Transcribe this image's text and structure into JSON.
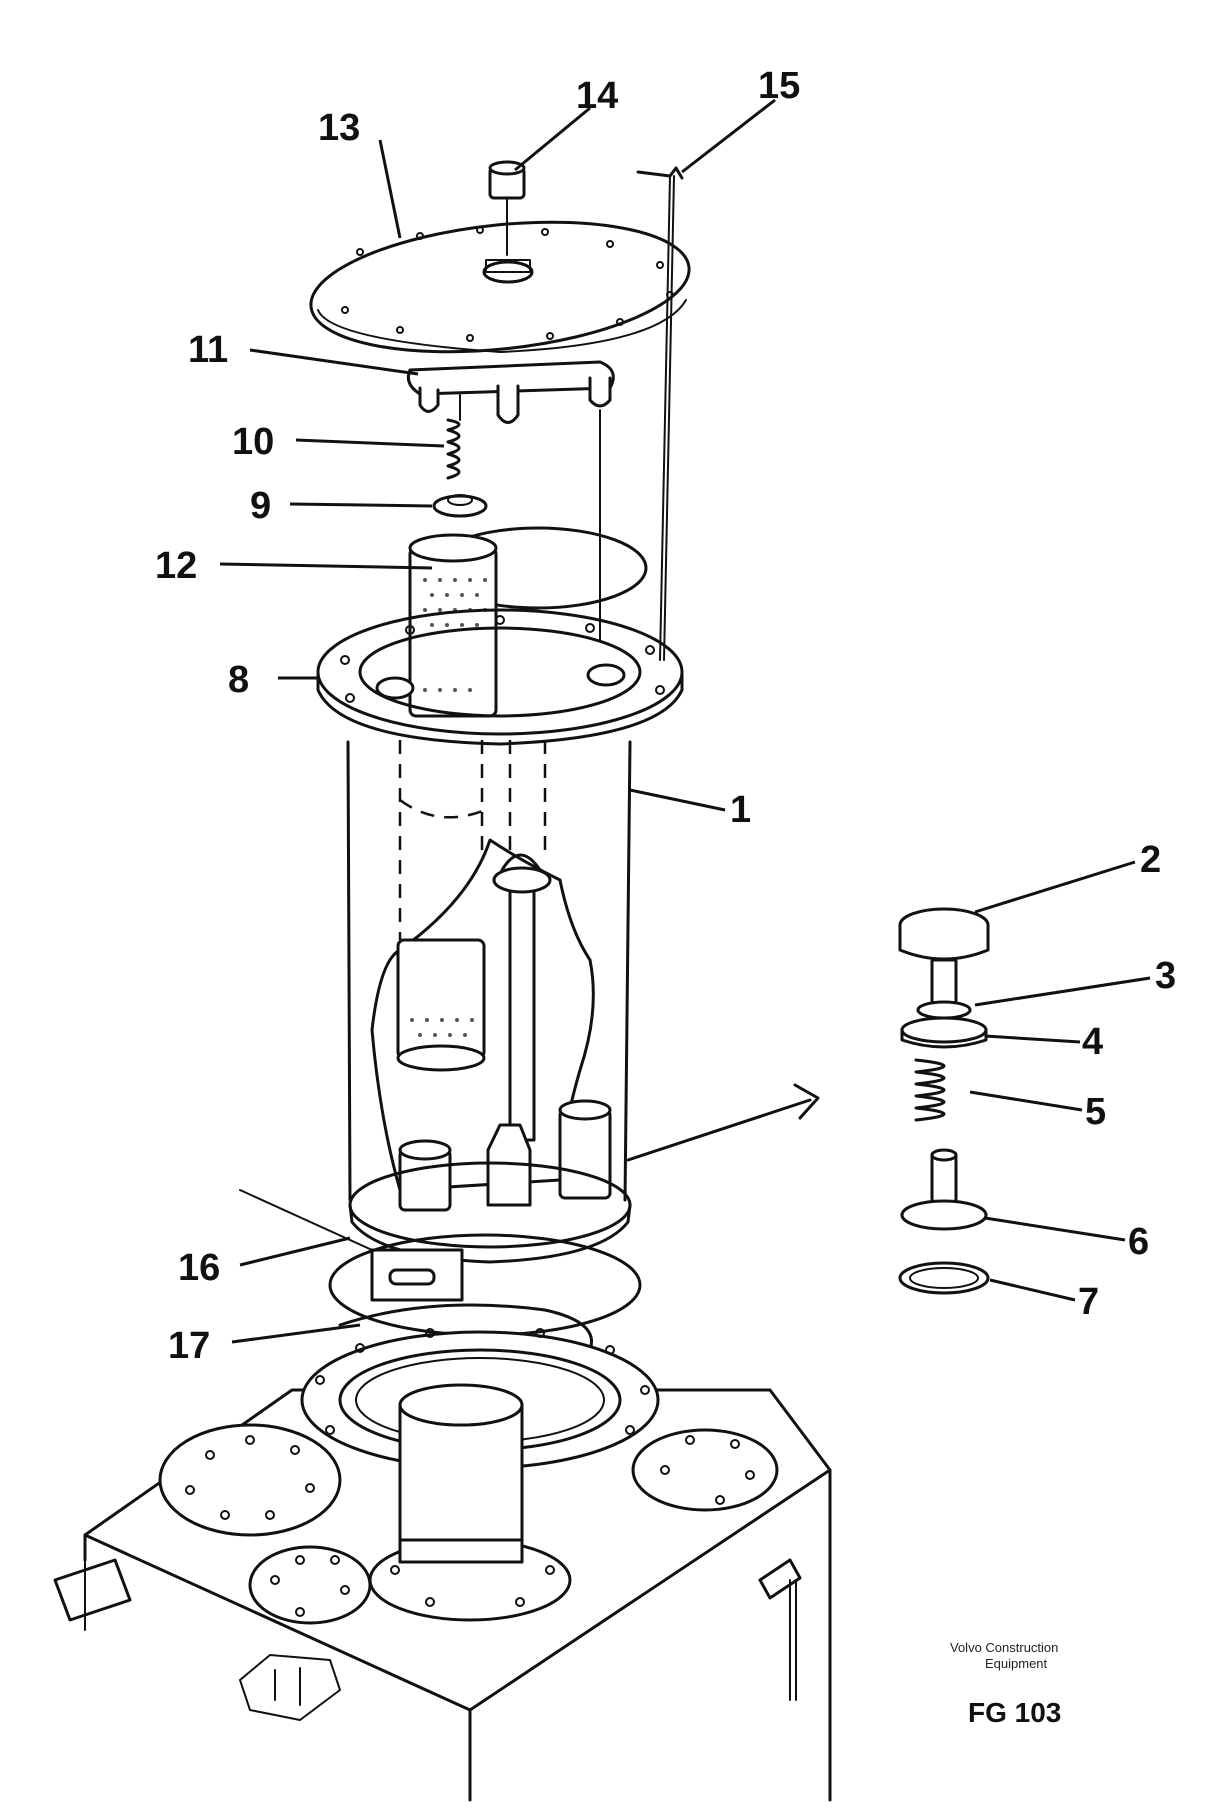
{
  "diagram": {
    "part_labels": [
      "1",
      "2",
      "3",
      "4",
      "5",
      "6",
      "7",
      "8",
      "9",
      "10",
      "11",
      "12",
      "13",
      "14",
      "15",
      "16",
      "17"
    ],
    "footer": {
      "company_line1": "Volvo Construction",
      "company_line2": "Equipment",
      "code": "FG 103"
    }
  }
}
